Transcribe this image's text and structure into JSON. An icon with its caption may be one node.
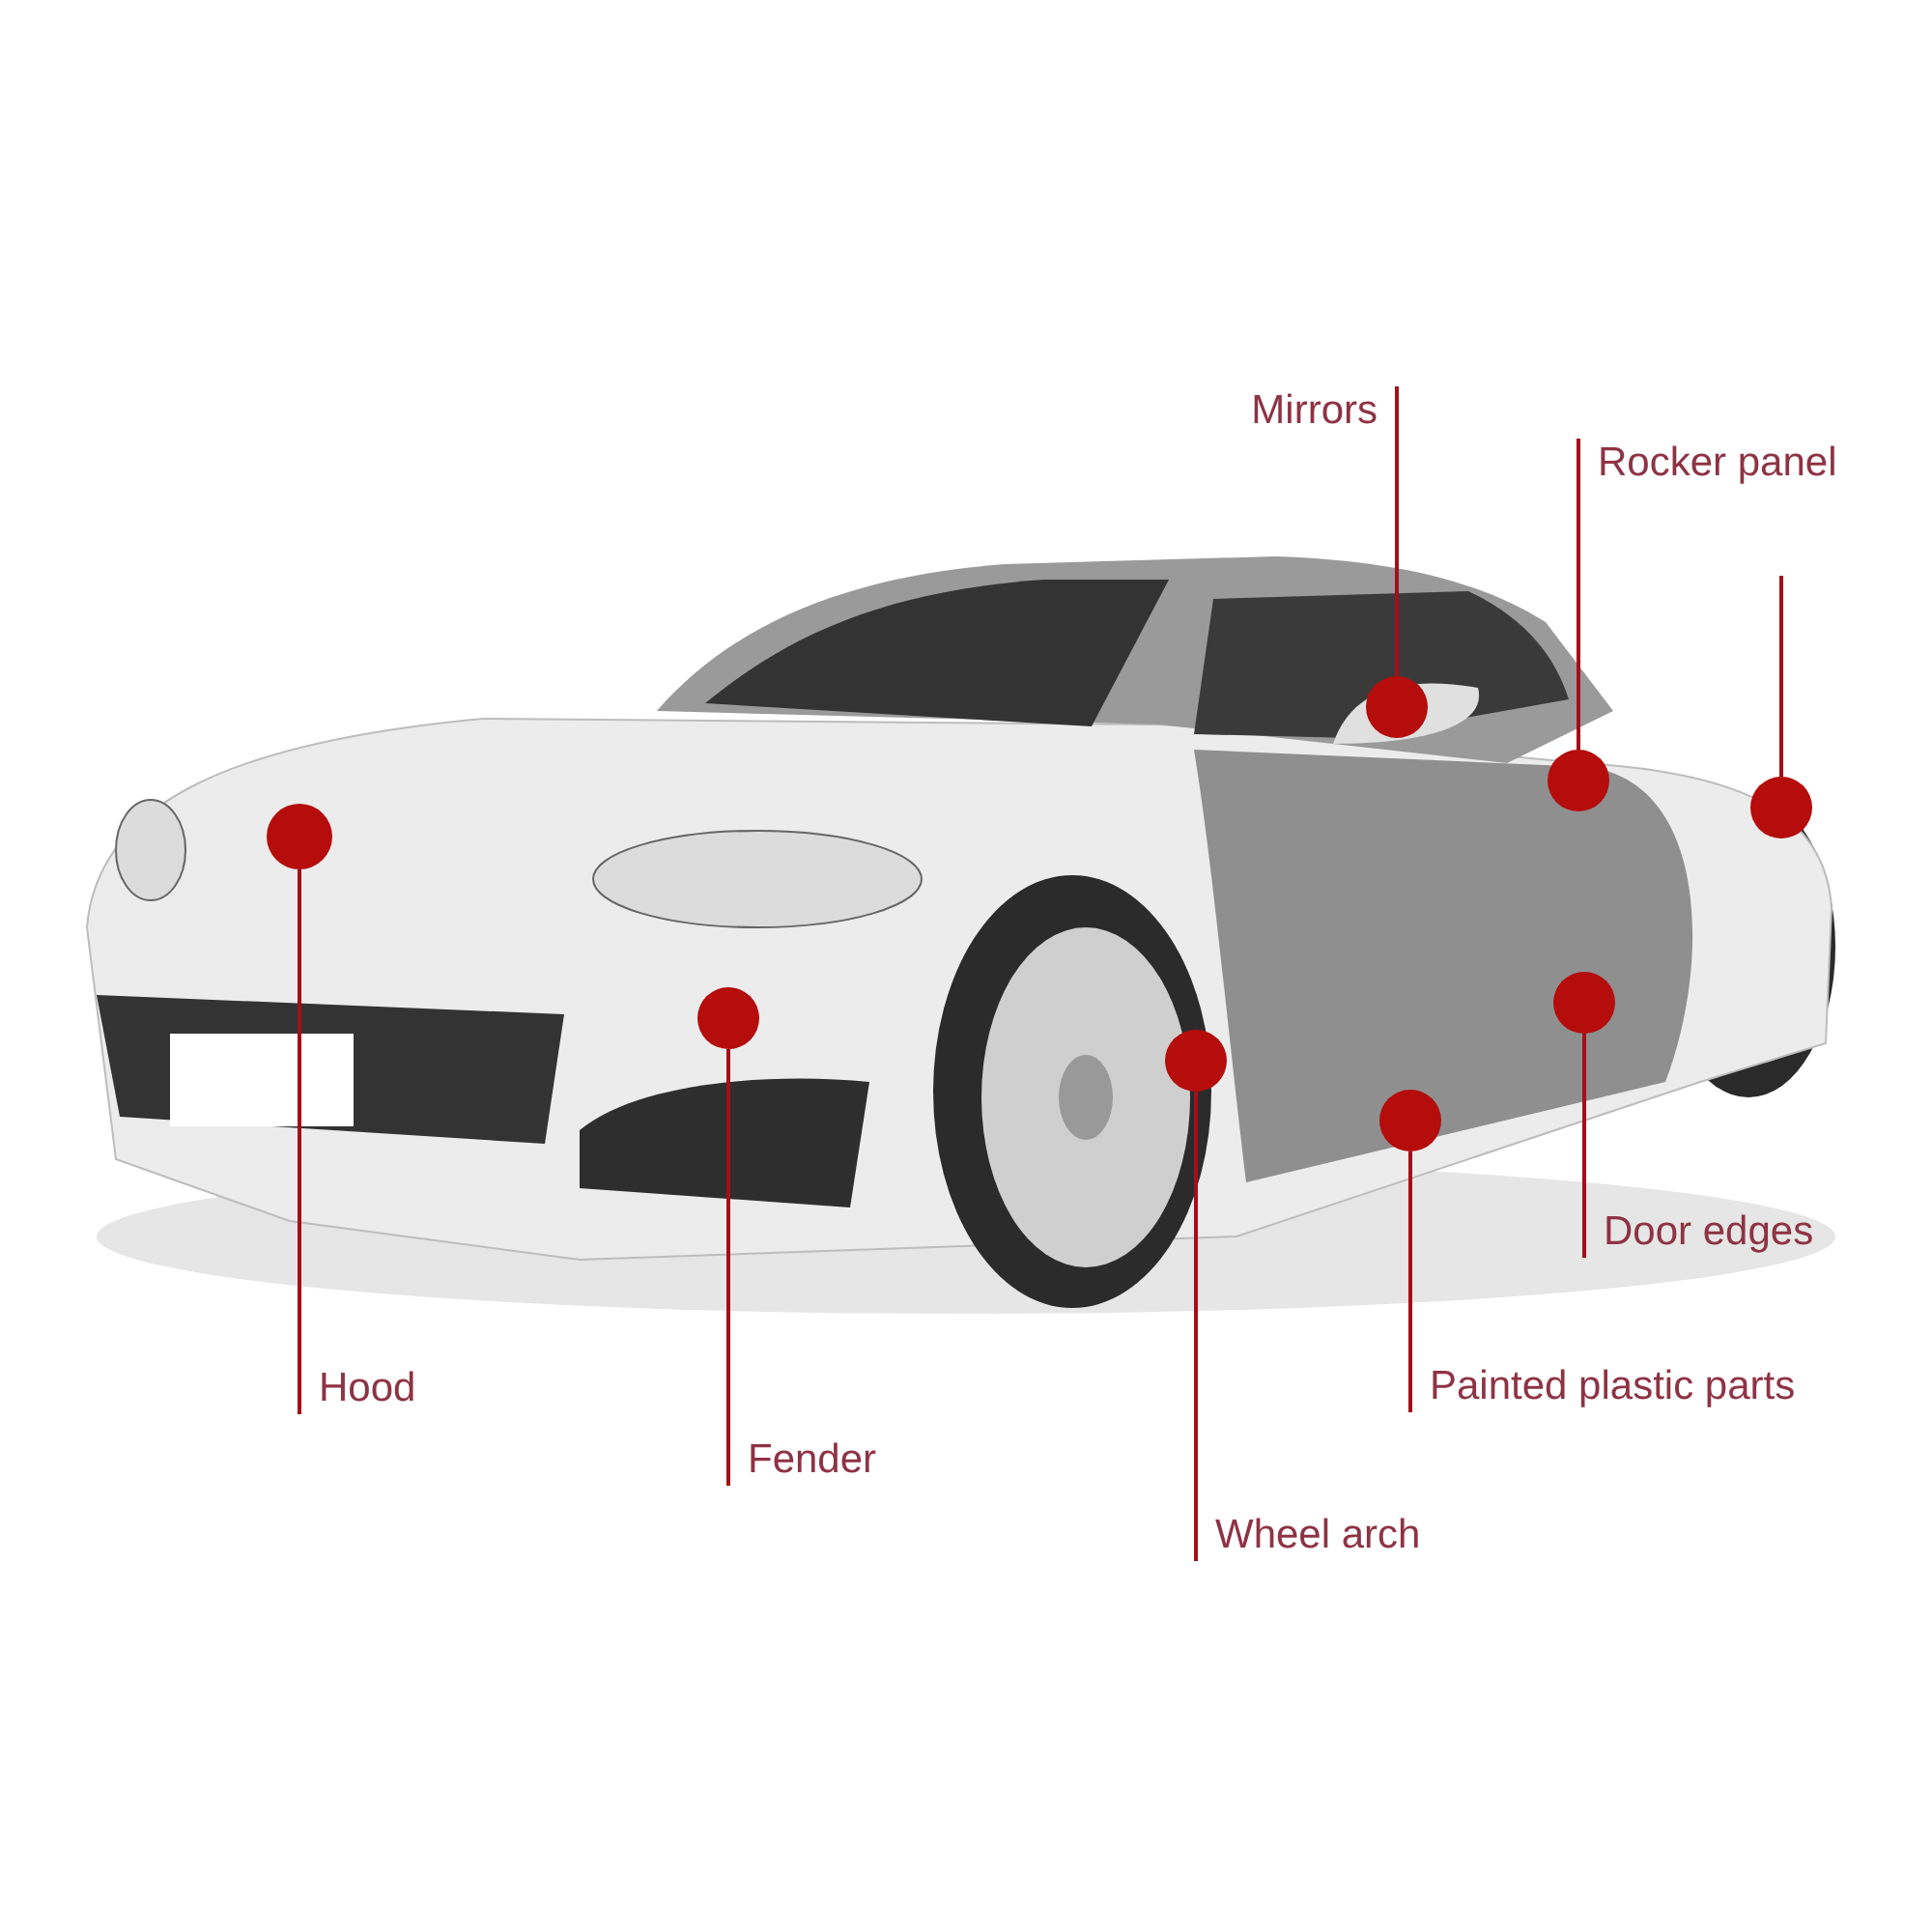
{
  "diagram": {
    "nodes": [
      {
        "text": [
          "Mirrors"
        ]
      },
      {
        "text": [
          "Rocker panel"
        ]
      },
      {
        "text": [
          "Hood"
        ]
      },
      {
        "text": [
          "Fender"
        ]
      },
      {
        "text": [
          "Door edges"
        ]
      },
      {
        "text": [
          "Painted plastic parts"
        ]
      },
      {
        "text": [
          "Wheel arch"
        ]
      },
      {
        "text": [],
        "shape": "circle"
      },
      {
        "text": [],
        "shape": "circle"
      },
      {
        "text": [],
        "shape": "circle"
      },
      {
        "text": [],
        "shape": "circle"
      },
      {
        "text": [],
        "shape": "circle"
      },
      {
        "text": [],
        "shape": "circle"
      },
      {
        "text": [],
        "shape": "circle"
      },
      {
        "text": [],
        "shape": "circle"
      }
    ],
    "edges": [
      {
        "from": 0,
        "to": 10,
        "arrow": "none"
      },
      {
        "from": 1,
        "to": 12,
        "arrow": "none"
      },
      {
        "from": 2,
        "to": 7,
        "arrow": "none"
      },
      {
        "from": 3,
        "to": 8,
        "arrow": "none"
      },
      {
        "from": 4,
        "to": 13,
        "arrow": "none"
      },
      {
        "from": 5,
        "to": 11,
        "arrow": "none"
      },
      {
        "from": 6,
        "to": 9,
        "arrow": "none"
      },
      {
        "from": null,
        "to": 14,
        "arrow": "none"
      }
    ]
  }
}
